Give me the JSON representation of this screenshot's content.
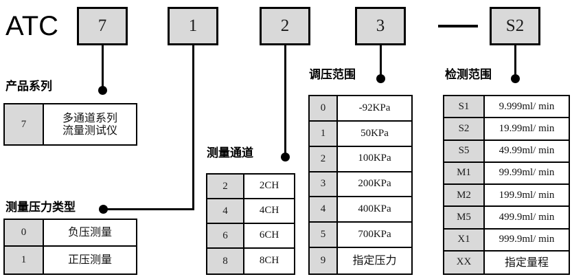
{
  "brand": "ATC",
  "code_boxes": [
    {
      "name": "series",
      "value": "7"
    },
    {
      "name": "pressure-type",
      "value": "1"
    },
    {
      "name": "channels",
      "value": "2"
    },
    {
      "name": "pressure-range",
      "value": "3"
    },
    {
      "name": "detection-range",
      "value": "S2"
    }
  ],
  "separator": "—",
  "sections": {
    "series": {
      "caption": "产品系列",
      "rows": [
        {
          "code": "7",
          "desc": "多通道系列\n流量测试仪",
          "cjk": true
        }
      ]
    },
    "pressure_type": {
      "caption": "测量压力类型",
      "rows": [
        {
          "code": "0",
          "desc": "负压测量",
          "cjk": true
        },
        {
          "code": "1",
          "desc": "正压测量",
          "cjk": true
        }
      ]
    },
    "channels": {
      "caption": "测量通道",
      "rows": [
        {
          "code": "2",
          "desc": "2CH",
          "cjk": false
        },
        {
          "code": "4",
          "desc": "4CH",
          "cjk": false
        },
        {
          "code": "6",
          "desc": "6CH",
          "cjk": false
        },
        {
          "code": "8",
          "desc": "8CH",
          "cjk": false
        }
      ]
    },
    "pressure_range": {
      "caption": "调压范围",
      "rows": [
        {
          "code": "0",
          "desc": "-92KPa",
          "cjk": false
        },
        {
          "code": "1",
          "desc": "50KPa",
          "cjk": false
        },
        {
          "code": "2",
          "desc": "100KPa",
          "cjk": false
        },
        {
          "code": "3",
          "desc": "200KPa",
          "cjk": false
        },
        {
          "code": "4",
          "desc": "400KPa",
          "cjk": false
        },
        {
          "code": "5",
          "desc": "700KPa",
          "cjk": false
        },
        {
          "code": "9",
          "desc": "指定压力",
          "cjk": true
        }
      ]
    },
    "detection_range": {
      "caption": "检测范围",
      "rows": [
        {
          "code": "S1",
          "desc": "9.999ml/ min",
          "cjk": false
        },
        {
          "code": "S2",
          "desc": "19.99ml/ min",
          "cjk": false
        },
        {
          "code": "S5",
          "desc": "49.99ml/ min",
          "cjk": false
        },
        {
          "code": "M1",
          "desc": "99.99ml/ min",
          "cjk": false
        },
        {
          "code": "M2",
          "desc": "199.9ml/ min",
          "cjk": false
        },
        {
          "code": "M5",
          "desc": "499.9ml/ min",
          "cjk": false
        },
        {
          "code": "X1",
          "desc": "999.9ml/ min",
          "cjk": false
        },
        {
          "code": "XX",
          "desc": "指定量程",
          "cjk": true
        }
      ]
    }
  },
  "colors": {
    "code_fill": "#d9d9d9",
    "line": "#000000",
    "background": "#ffffff"
  }
}
